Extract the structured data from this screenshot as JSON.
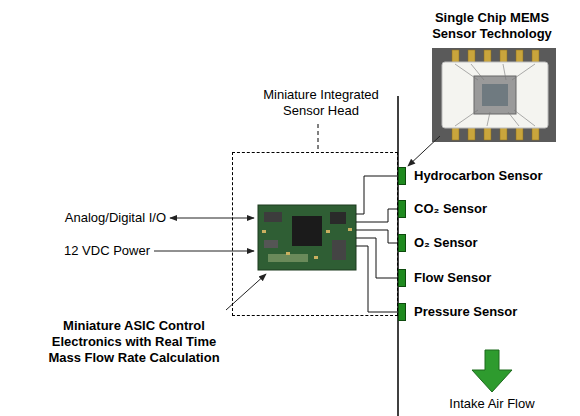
{
  "diagram": {
    "nodes": [
      {
        "text": [
          "Miniature Integrated Sensor Head"
        ]
      },
      {
        "text": [
          "Hydrocarbon Sensor"
        ]
      },
      {
        "text": [
          "CO₂ Sensor"
        ]
      },
      {
        "text": [
          "O₂ Sensor"
        ]
      },
      {
        "text": [
          "Flow Sensor"
        ]
      },
      {
        "text": [
          "Pressure Sensor"
        ]
      }
    ],
    "labels": [
      "Single Chip MEMS Sensor Technology",
      "Analog/Digital I/O",
      "12 VDC Power",
      "Miniature ASIC Control Electronics with Real Time Mass Flow Rate Calculation",
      "Intake Air Flow"
    ]
  }
}
